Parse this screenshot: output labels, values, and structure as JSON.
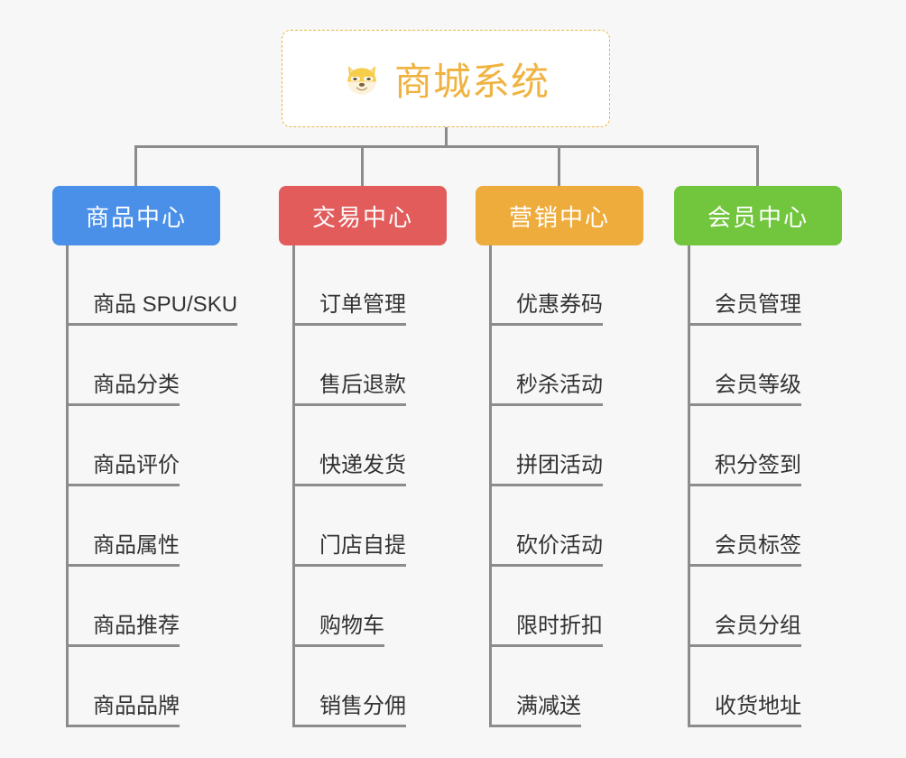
{
  "root": {
    "title": "商城系统",
    "icon": "shiba-inu-emoji",
    "border_color": "#eab545",
    "text_color": "#f0b341",
    "background": "#ffffff"
  },
  "canvas": {
    "background": "#f7f7f7",
    "connector_color": "#8c8c8c"
  },
  "categories": [
    {
      "label": "商品中心",
      "color": "#4a90e8",
      "items": [
        "商品 SPU/SKU",
        "商品分类",
        "商品评价",
        "商品属性",
        "商品推荐",
        "商品品牌"
      ]
    },
    {
      "label": "交易中心",
      "color": "#e25c5c",
      "items": [
        "订单管理",
        "售后退款",
        "快递发货",
        "门店自提",
        "购物车",
        "销售分佣"
      ]
    },
    {
      "label": "营销中心",
      "color": "#eeac3c",
      "items": [
        "优惠券码",
        "秒杀活动",
        "拼团活动",
        "砍价活动",
        "限时折扣",
        "满减送"
      ]
    },
    {
      "label": "会员中心",
      "color": "#72c63e",
      "items": [
        "会员管理",
        "会员等级",
        "积分签到",
        "会员标签",
        "会员分组",
        "收货地址"
      ]
    }
  ]
}
